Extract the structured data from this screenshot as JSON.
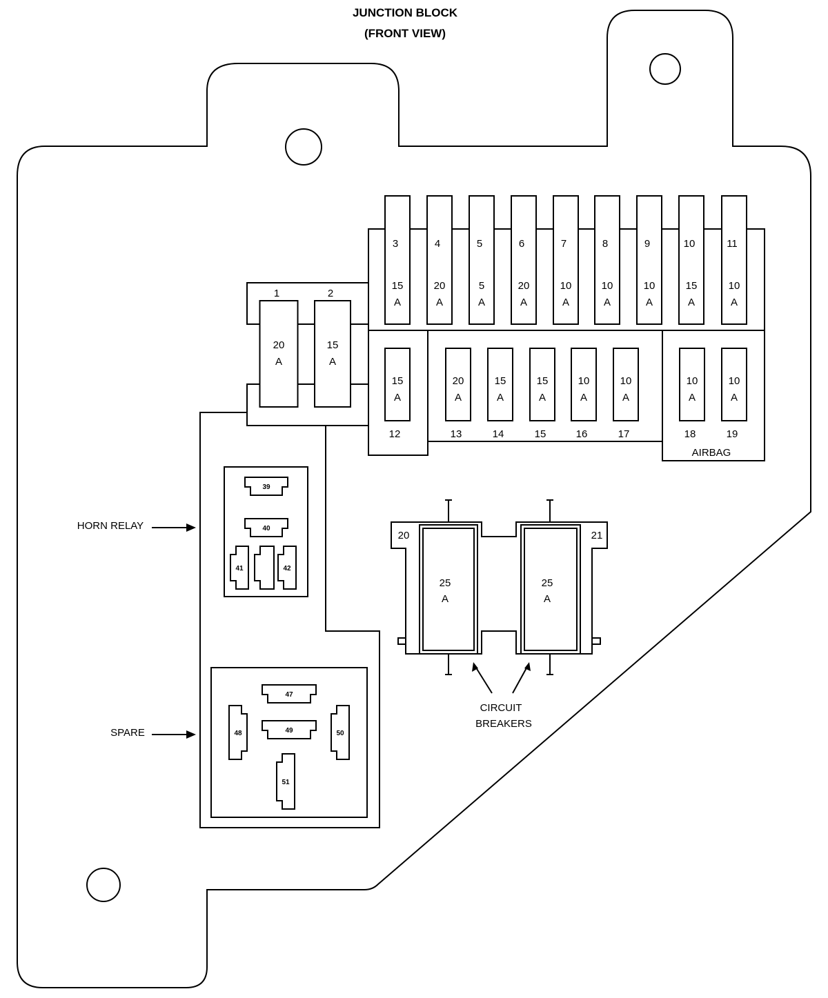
{
  "title": {
    "line1": "JUNCTION BLOCK",
    "line2": "(FRONT VIEW)"
  },
  "fuses": [
    {
      "num": "1",
      "amps": "20",
      "unit": "A"
    },
    {
      "num": "2",
      "amps": "15",
      "unit": "A"
    },
    {
      "num": "3",
      "amps": "15",
      "unit": "A"
    },
    {
      "num": "4",
      "amps": "20",
      "unit": "A"
    },
    {
      "num": "5",
      "amps": "5",
      "unit": "A"
    },
    {
      "num": "6",
      "amps": "20",
      "unit": "A"
    },
    {
      "num": "7",
      "amps": "10",
      "unit": "A"
    },
    {
      "num": "8",
      "amps": "10",
      "unit": "A"
    },
    {
      "num": "9",
      "amps": "10",
      "unit": "A"
    },
    {
      "num": "10",
      "amps": "15",
      "unit": "A"
    },
    {
      "num": "11",
      "amps": "10",
      "unit": "A"
    },
    {
      "num": "12",
      "amps": "15",
      "unit": "A"
    },
    {
      "num": "13",
      "amps": "20",
      "unit": "A"
    },
    {
      "num": "14",
      "amps": "15",
      "unit": "A"
    },
    {
      "num": "15",
      "amps": "15",
      "unit": "A"
    },
    {
      "num": "16",
      "amps": "10",
      "unit": "A"
    },
    {
      "num": "17",
      "amps": "10",
      "unit": "A"
    },
    {
      "num": "18",
      "amps": "10",
      "unit": "A"
    },
    {
      "num": "19",
      "amps": "10",
      "unit": "A"
    }
  ],
  "airbag_label": "AIRBAG",
  "breakers": [
    {
      "num": "20",
      "amps": "25",
      "unit": "A"
    },
    {
      "num": "21",
      "amps": "25",
      "unit": "A"
    }
  ],
  "breakers_label": {
    "line1": "CIRCUIT",
    "line2": "BREAKERS"
  },
  "relays": {
    "horn_label": "HORN RELAY",
    "spare_label": "SPARE",
    "slots": [
      "39",
      "40",
      "41",
      "42",
      "47",
      "48",
      "49",
      "50",
      "51"
    ]
  }
}
